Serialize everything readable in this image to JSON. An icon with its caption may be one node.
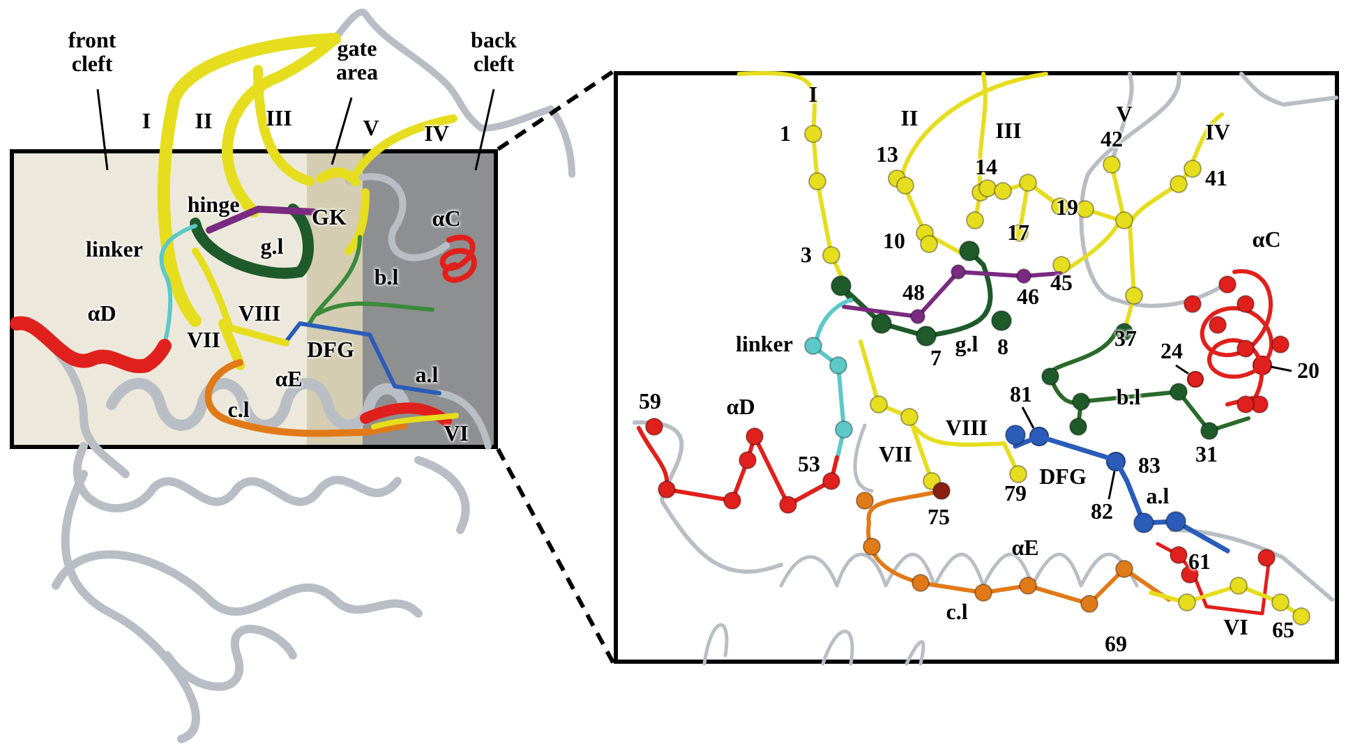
{
  "diagram": {
    "nodes": [
      {
        "text": [],
        "shape": "box"
      },
      {
        "text": [
          "front cleft"
        ]
      },
      {
        "text": [
          "gate area"
        ]
      },
      {
        "text": [
          "back cleft"
        ]
      },
      {
        "text": [],
        "shape": "box"
      },
      {
        "text": [
          "24"
        ],
        "in": 4
      },
      {
        "text": [
          "20"
        ],
        "in": 4
      },
      {
        "text": [
          "81"
        ],
        "in": 4
      },
      {
        "text": [
          "82"
        ],
        "in": 4
      },
      {
        "text": [],
        "shape": "circle",
        "in": 4
      },
      {
        "text": [],
        "shape": "circle",
        "in": 4
      },
      {
        "text": [],
        "shape": "circle",
        "in": 4
      },
      {
        "text": [],
        "shape": "circle",
        "in": 4
      }
    ],
    "edges": [
      {
        "from": 1,
        "to": 0,
        "arrow": "none"
      },
      {
        "from": 2,
        "to": 0,
        "arrow": "none"
      },
      {
        "from": 3,
        "to": 0,
        "arrow": "none"
      },
      {
        "from": 0,
        "to": 4,
        "arrow": "none",
        "style": "dashed"
      },
      {
        "from": 0,
        "to": 4,
        "arrow": "none",
        "style": "dashed"
      },
      {
        "from": 5,
        "to": 9,
        "arrow": "none"
      },
      {
        "from": 6,
        "to": 10,
        "arrow": "none"
      },
      {
        "from": 7,
        "to": 11,
        "arrow": "none"
      },
      {
        "from": 8,
        "to": 12,
        "arrow": "none"
      }
    ],
    "labels": [
      "I",
      "II",
      "III",
      "V",
      "IV",
      "hinge",
      "GK",
      "linker",
      "g.l",
      "b.l",
      "αC",
      "αD",
      "VIII",
      "VII",
      "DFG",
      "αE",
      "a.l",
      "c.l",
      "VI",
      "I",
      "1",
      "II",
      "III",
      "V",
      "IV",
      "13",
      "14",
      "42",
      "41",
      "10",
      "17",
      "19",
      "3",
      "48",
      "46",
      "45",
      "αC",
      "linker",
      "7",
      "g.l",
      "8",
      "37",
      "59",
      "αD",
      "b.l",
      "53",
      "VIII",
      "VII",
      "79",
      "DFG",
      "83",
      "31",
      "75",
      "a.l",
      "αE",
      "61",
      "c.l",
      "69",
      "VI",
      "65"
    ]
  }
}
